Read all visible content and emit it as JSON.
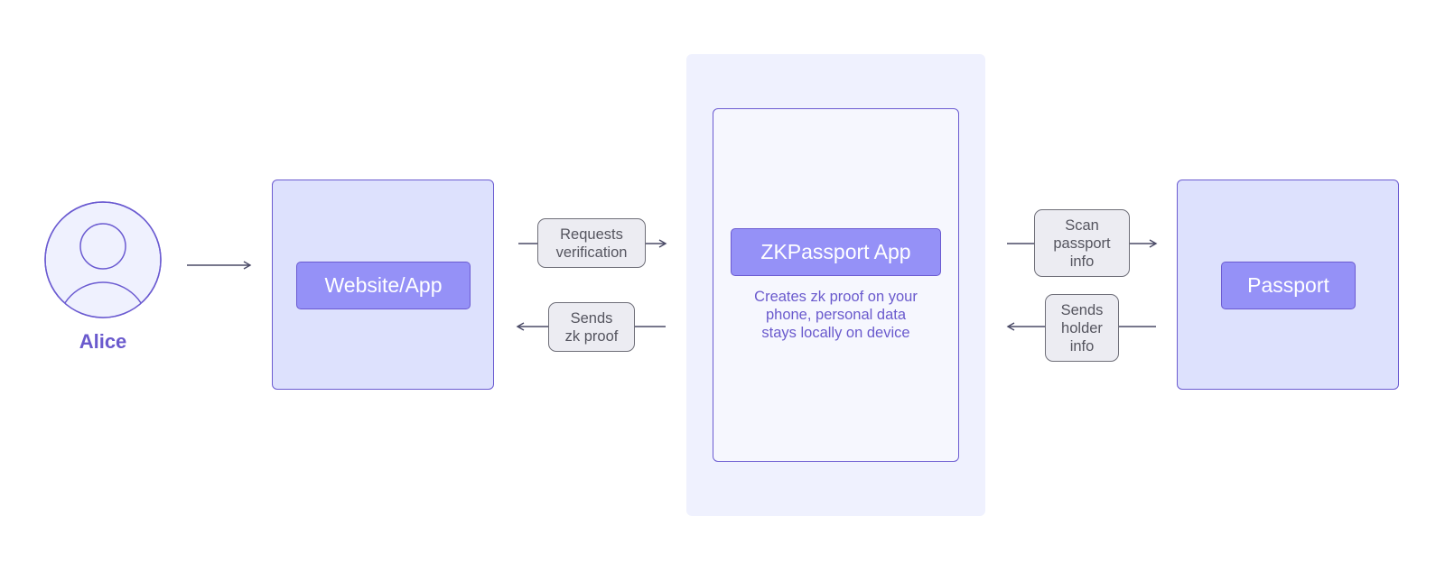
{
  "actor": {
    "name": "Alice"
  },
  "nodes": {
    "website": {
      "label": "Website/App"
    },
    "zkpassport": {
      "label": "ZKPassport App",
      "description_lines": [
        "Creates zk proof on your",
        "phone, personal data",
        "stays locally on device"
      ]
    },
    "passport": {
      "label": "Passport"
    }
  },
  "messages": {
    "requests_verification": {
      "lines": [
        "Requests",
        "verification"
      ]
    },
    "sends_zk_proof": {
      "lines": [
        "Sends",
        "zk proof"
      ]
    },
    "scan_passport_info": {
      "lines": [
        "Scan",
        "passport",
        "info"
      ]
    },
    "sends_holder_info": {
      "lines": [
        "Sends",
        "holder",
        "info"
      ]
    }
  },
  "colors": {
    "accent": "#6b5bd1",
    "pill_fill": "#9591f7",
    "box_fill": "#dde1fd",
    "phone_fill": "#eff1fe",
    "label_fill": "#ececf2"
  }
}
